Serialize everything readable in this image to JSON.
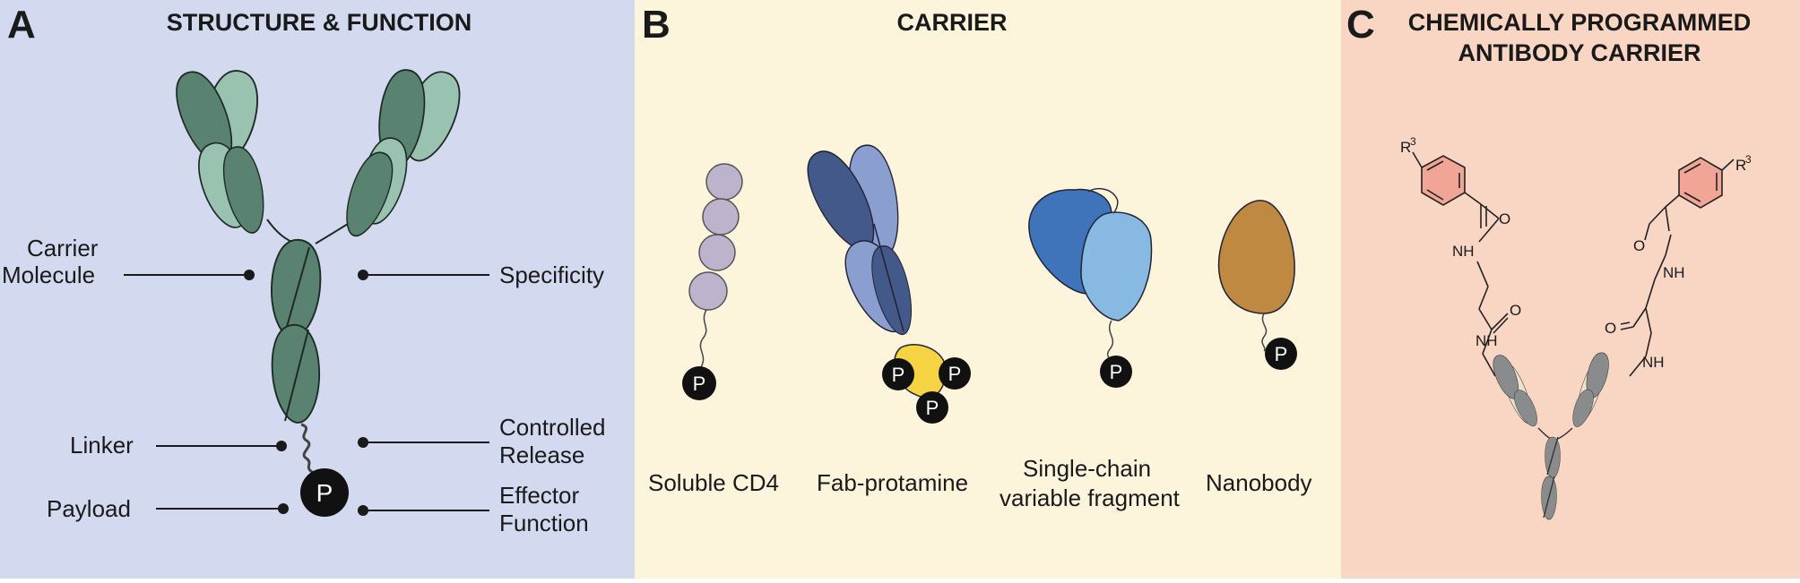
{
  "panels": {
    "a": {
      "letter": "A",
      "title": "STRUCTURE & FUNCTION",
      "left_labels": {
        "carrier_line1": "Carrier",
        "carrier_line2": "Molecule",
        "linker": "Linker",
        "payload": "Payload"
      },
      "right_labels": {
        "specificity": "Specificity",
        "release_line1": "Controlled",
        "release_line2": "Release",
        "effector_line1": "Effector",
        "effector_line2": "Function"
      },
      "payload_symbol": "P"
    },
    "b": {
      "letter": "B",
      "title": "CARRIER",
      "carriers": {
        "cd4": "Soluble CD4",
        "fab": "Fab-protamine",
        "scfv_line1": "Single-chain",
        "scfv_line2": "variable fragment",
        "nanobody": "Nanobody"
      },
      "payload_symbol": "P"
    },
    "c": {
      "letter": "C",
      "title_line1": "CHEMICALLY PROGRAMMED",
      "title_line2": "ANTIBODY CARRIER",
      "chem_labels": {
        "r_group": "R",
        "r_superscript": "3",
        "nh": "NH",
        "oxygen": "O"
      }
    }
  },
  "colors": {
    "panel_a_bg": "#d3daf0",
    "panel_b_bg": "#fdf4dc",
    "panel_c_bg": "#f9d5c4",
    "antibody_dark": "#5a8270",
    "antibody_light": "#9ac2b0",
    "cd4_domain": "#bdb3cc",
    "fab_dark": "#435989",
    "fab_light": "#8a9fd0",
    "protamine": "#f6d343",
    "scfv_dark": "#3f74ba",
    "scfv_light": "#88b9e2",
    "nanobody": "#bf8941",
    "chem_ab_gray": "#8a8b8c",
    "chem_ab_cream": "#ede4c8",
    "benzene_fill": "#f0a597",
    "payload_black": "#111111"
  }
}
